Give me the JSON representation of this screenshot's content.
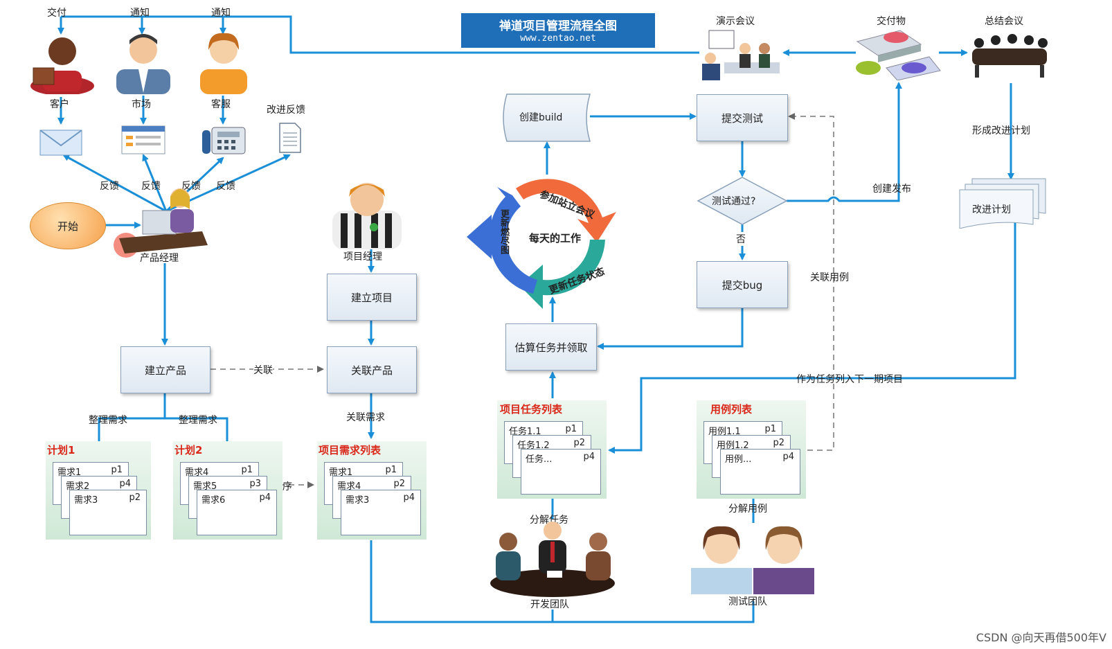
{
  "title": "禅道项目管理流程全图",
  "url": "www.zentao.net",
  "watermark": "CSDN @向天再借500年V",
  "roles": {
    "customer": "客户",
    "market": "市场",
    "service": "客服",
    "pm": "产品经理",
    "project_manager": "项目经理",
    "dev_team": "开发团队",
    "test_team": "测试团队"
  },
  "top_labels": {
    "deliver": "交付",
    "notify1": "通知",
    "notify2": "通知",
    "improve_feedback": "改进反馈"
  },
  "feedback_labels": [
    "反馈",
    "反馈",
    "反馈",
    "反馈"
  ],
  "meetings": {
    "demo": "演示会议",
    "deliverables": "交付物",
    "summary": "总结会议"
  },
  "start": "开始",
  "boxes": {
    "create_product": "建立产品",
    "create_project": "建立项目",
    "link_product": "关联产品",
    "create_build": "创建build",
    "submit_test": "提交测试",
    "test_pass": "测试通过?",
    "submit_bug": "提交bug",
    "estimate_task": "估算任务并领取",
    "improve_plan": "改进计划"
  },
  "edge_labels": {
    "link": "关联",
    "organize1": "整理需求",
    "organize2": "整理需求",
    "link_req": "关联需求",
    "sort": "排序",
    "no": "否",
    "create_release": "创建发布",
    "link_case": "关联用例",
    "form_plan": "形成改进计划",
    "next_project": "作为任务列入下一期项目",
    "split_task": "分解任务",
    "split_case": "分解用例"
  },
  "cycle": {
    "center": "每天的工作",
    "segments": [
      "参加站立会议",
      "更新任务状态",
      "更新燃尽图"
    ]
  },
  "plans": [
    {
      "title": "计划1",
      "items": [
        {
          "name": "需求1",
          "p": "p1"
        },
        {
          "name": "需求2",
          "p": "p4"
        },
        {
          "name": "需求3",
          "p": "p2"
        }
      ]
    },
    {
      "title": "计划2",
      "items": [
        {
          "name": "需求4",
          "p": "p1"
        },
        {
          "name": "需求5",
          "p": "p3"
        },
        {
          "name": "需求6",
          "p": "p4"
        }
      ]
    },
    {
      "title": "项目需求列表",
      "items": [
        {
          "name": "需求1",
          "p": "p1"
        },
        {
          "name": "需求4",
          "p": "p2"
        },
        {
          "name": "需求3",
          "p": "p4"
        }
      ]
    },
    {
      "title": "项目任务列表",
      "items": [
        {
          "name": "任务1.1",
          "p": "p1"
        },
        {
          "name": "任务1.2",
          "p": "p2"
        },
        {
          "name": "任务...",
          "p": "p4"
        }
      ]
    },
    {
      "title": "用例列表",
      "items": [
        {
          "name": "用例1.1",
          "p": "p1"
        },
        {
          "name": "用例1.2",
          "p": "p2"
        },
        {
          "name": "用例...",
          "p": "p4"
        }
      ]
    }
  ],
  "colors": {
    "arrow": "#1a8fd8",
    "banner": "#1f6fb8",
    "accent_red": "#d9281a"
  }
}
